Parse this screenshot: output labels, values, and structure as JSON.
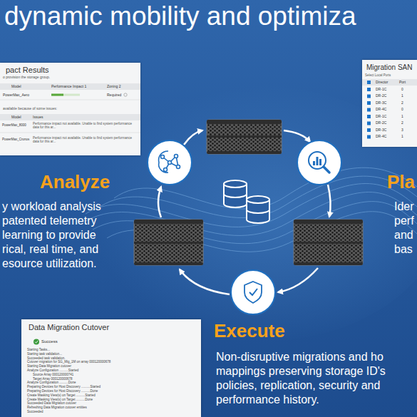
{
  "diagram": {
    "title": "dynamic mobility and optimiza",
    "nodes": [
      {
        "text": [
          "pact Results"
        ]
      },
      {
        "text": [
          "Migration SAN"
        ]
      },
      {
        "text": [
          "Data Migration Cutover"
        ]
      }
    ],
    "labels": [
      "o provision the storage group.",
      "Model",
      "Performance Impact 1",
      "Zoning 2",
      "PowerMax_Aero",
      "Required",
      "available because of some issues:",
      "Model",
      "Issues",
      "PowerMax_8000",
      "Performance impact not available. Unable to find system performance data for this ar...",
      "PowerMax_Cronos",
      "Performance impact not available. Unable to find system performance data for this ar...",
      "Analyze",
      "y workload analysis patented telemetry learning to provide rical, real time, and esource utilization.",
      "Select Local Ports",
      "Director",
      "Port",
      "DR-1C",
      "0",
      "DR-2C",
      "1",
      "DR-3C",
      "2",
      "DR-4C",
      "0",
      "DR-1C",
      "1",
      "DR-2C",
      "2",
      "DR-3C",
      "3",
      "DR-4C",
      "1",
      "Pla",
      "Ider perf and bas",
      "Success",
      "Starting Tasks...",
      "Starting task validation...",
      "Succeeded task validation.",
      "Cutover migration for SG_Mig_1M on array 000120000678",
      "Starting Data Migration cutover",
      "Analyze Configuration ..........Started",
      "Source Array 000120000741",
      "Target Array 000120000678",
      "Analyze Configuration ..........Done",
      "Preparing Devices for Host Discovery ..........Started",
      "Preparing Devices for Host Discovery ..........Done",
      "Create Masking View(s) on Target ..........Started",
      "Create Masking View(s) on Target ..........Done",
      "Succeeded Data Migration cutover",
      "Refreshing Data Migration cutover entities",
      "Succeeded",
      "Execute",
      "Non-disruptive migrations and ho mappings preserving storage ID's policies, replication, security and performance history."
    ]
  }
}
